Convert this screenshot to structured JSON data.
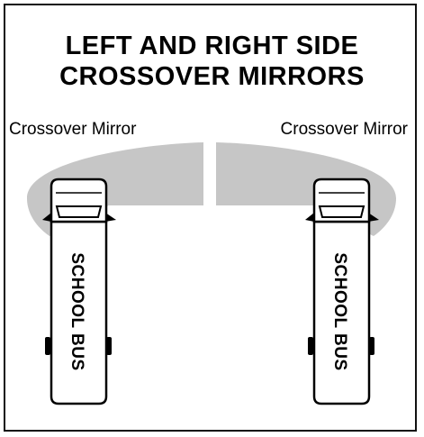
{
  "title": {
    "line1": "LEFT AND RIGHT SIDE",
    "line2": "CROSSOVER MIRRORS"
  },
  "labels": {
    "left_mirror": "Crossover Mirror",
    "right_mirror": "Crossover Mirror"
  },
  "buses": {
    "left_text": "SCHOOL BUS",
    "right_text": "SCHOOL BUS"
  },
  "colors": {
    "coverage_zone": "#c6c6c6",
    "outline": "#000000"
  }
}
